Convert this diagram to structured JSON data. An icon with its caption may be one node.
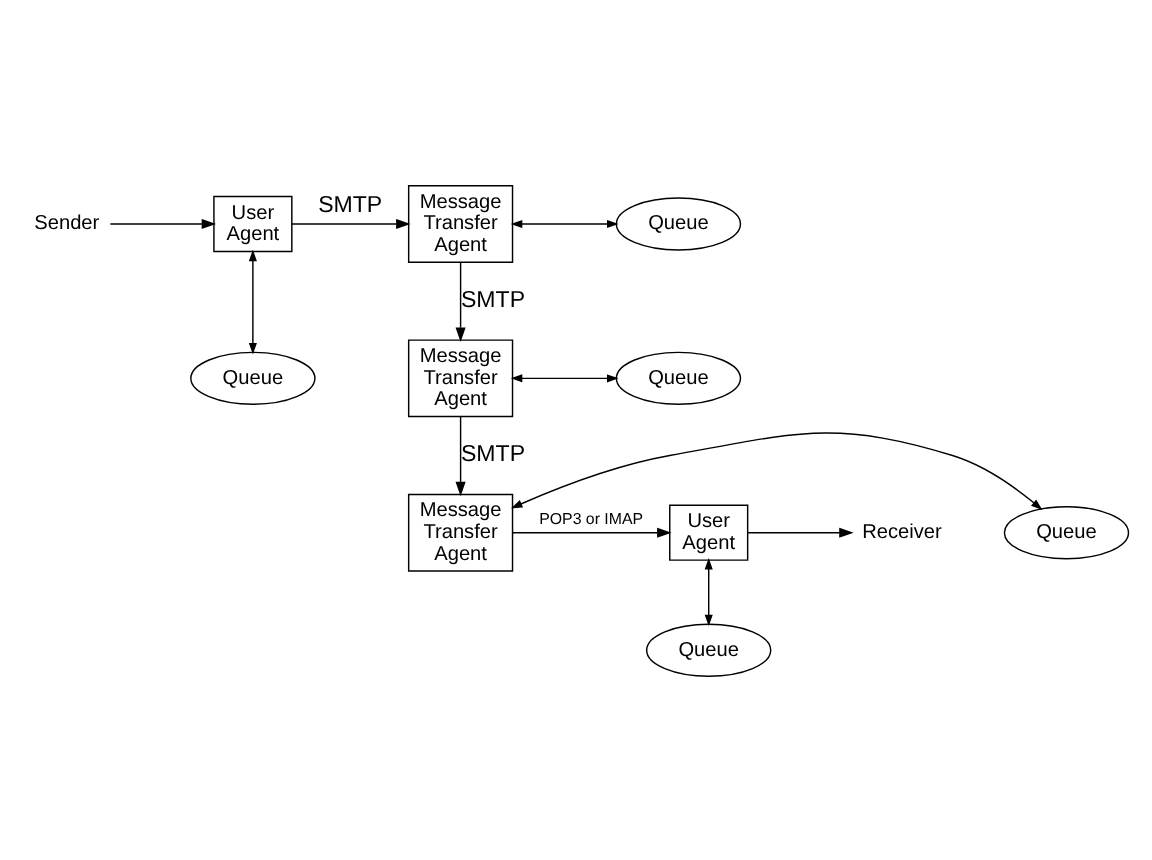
{
  "diagram": {
    "nodes": [
      {
        "text": [
          "Sender"
        ]
      },
      {
        "text": [
          "User Agent"
        ]
      },
      {
        "text": [
          "Queue"
        ]
      },
      {
        "text": [
          "Message Transfer Agent"
        ]
      },
      {
        "text": [
          "Queue"
        ]
      },
      {
        "text": [
          "Message Transfer Agent"
        ]
      },
      {
        "text": [
          "Queue"
        ]
      },
      {
        "text": [
          "Message Transfer Agent"
        ]
      },
      {
        "text": [
          "Queue"
        ]
      },
      {
        "text": [
          "User Agent"
        ]
      },
      {
        "text": [
          "Queue"
        ]
      },
      {
        "text": [
          "Receiver"
        ]
      }
    ],
    "edges": [
      {
        "from": 0,
        "to": 1,
        "arrow": "to"
      },
      {
        "from": 1,
        "to": 2,
        "arrow": "both"
      },
      {
        "from": 1,
        "to": 3,
        "arrow": "to",
        "label": "SMTP"
      },
      {
        "from": 3,
        "to": 4,
        "arrow": "both"
      },
      {
        "from": 3,
        "to": 5,
        "arrow": "to",
        "label": "SMTP"
      },
      {
        "from": 5,
        "to": 6,
        "arrow": "both"
      },
      {
        "from": 5,
        "to": 7,
        "arrow": "to",
        "label": "SMTP"
      },
      {
        "from": 7,
        "to": 8,
        "arrow": "both"
      },
      {
        "from": 7,
        "to": 9,
        "arrow": "to",
        "label": "POP3 or IMAP"
      },
      {
        "from": 9,
        "to": 10,
        "arrow": "both"
      },
      {
        "from": 9,
        "to": 11,
        "arrow": "to"
      }
    ]
  }
}
